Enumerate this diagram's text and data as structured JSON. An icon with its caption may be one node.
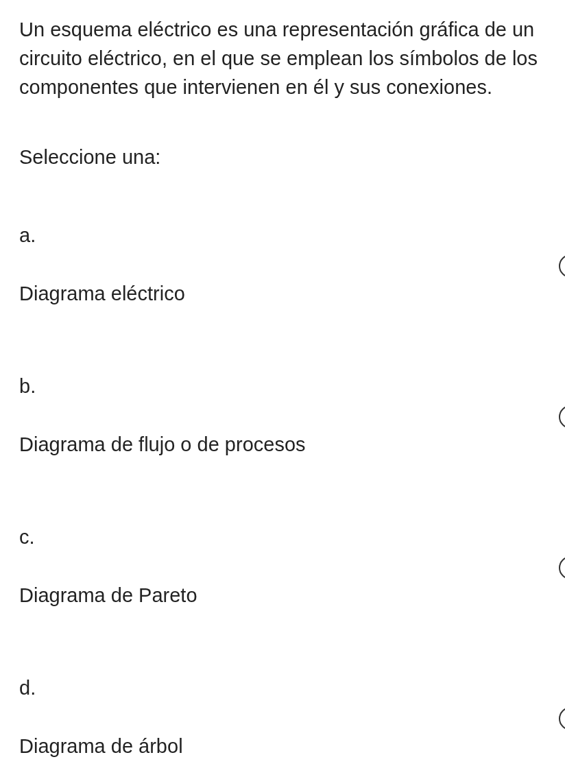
{
  "diagram": {
    "title": "Un esquema eléctrico es una representación gráfica de un circuito eléctrico, en el que se emplean los símbolos de los componentes que intervienen en él y sus conexiones.",
    "labels": [
      "Seleccione una:",
      "a.",
      "Diagrama eléctrico",
      "b.",
      "Diagrama de flujo o de procesos",
      "c.",
      "Diagrama de Pareto",
      "d.",
      "Diagrama de árbol"
    ]
  }
}
